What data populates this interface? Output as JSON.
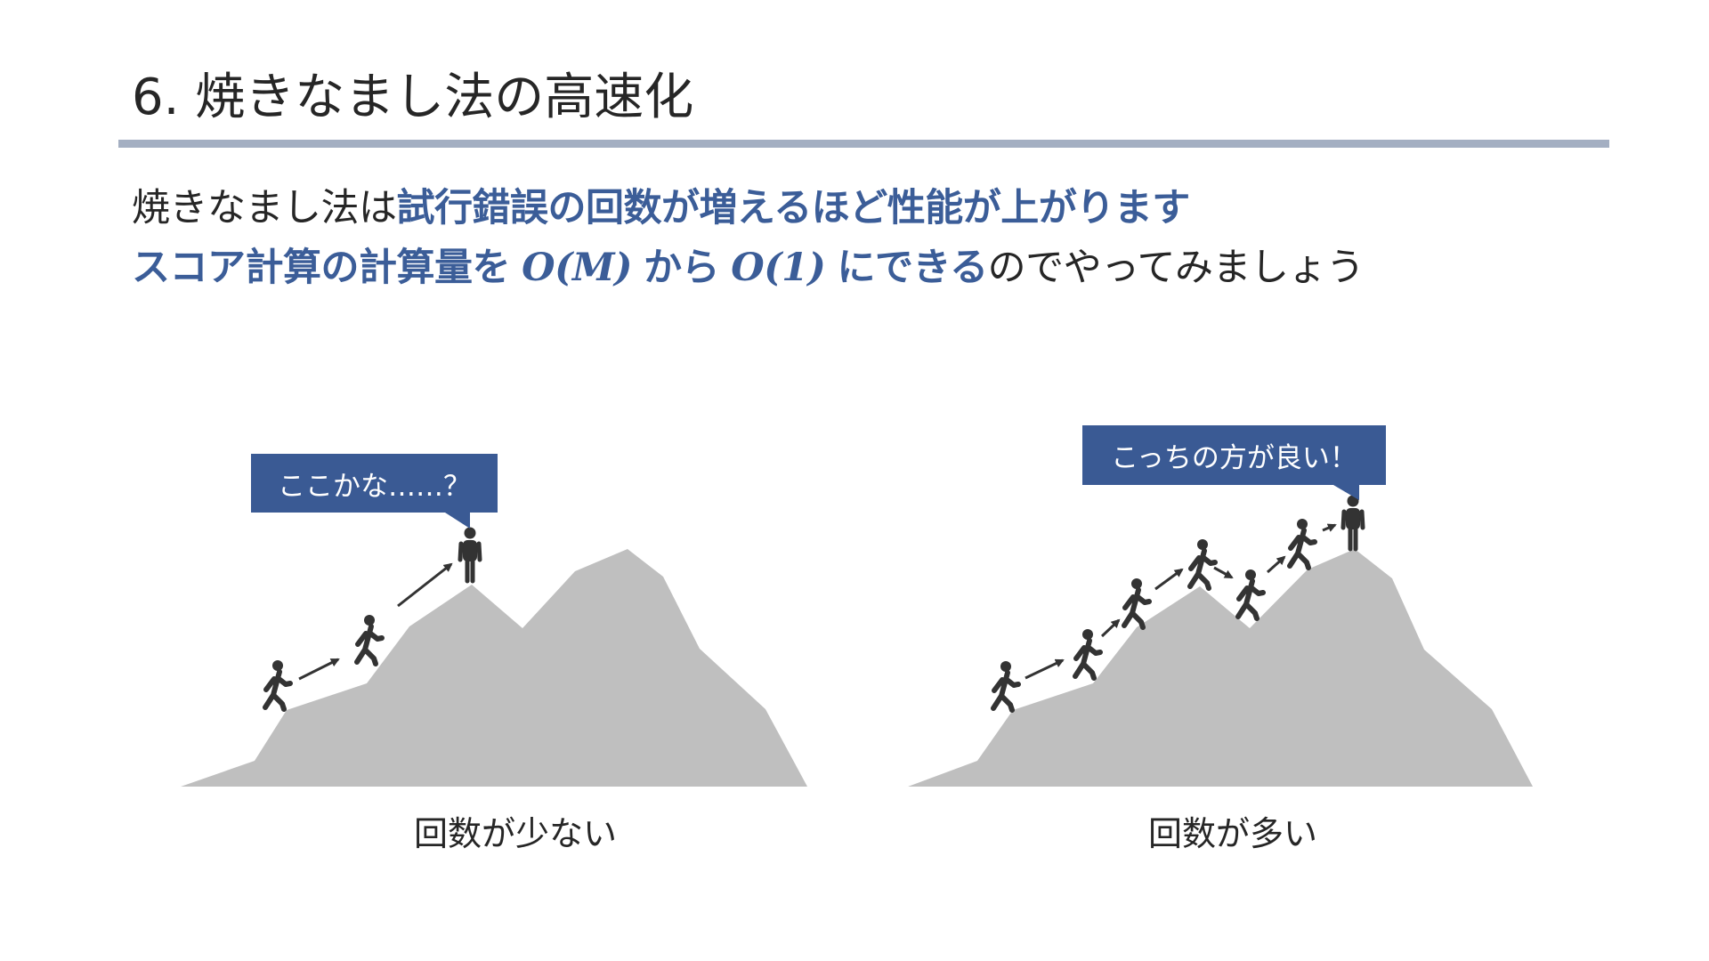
{
  "slide": {
    "title": "6. 焼きなまし法の高速化"
  },
  "body": {
    "line1_plain": "焼きなまし法は",
    "line1_highlight": "試行錯誤の回数が増えるほど性能が上がります",
    "line2_highlight_a": "スコア計算の計算量を",
    "line2_math_a": "O(M)",
    "line2_highlight_b": "から",
    "line2_math_b": "O(1)",
    "line2_highlight_c": "にできる",
    "line2_plain": "のでやってみましょう"
  },
  "illustrations": {
    "left": {
      "bubble": "ここかな……？",
      "caption": "回数が少ない"
    },
    "right": {
      "bubble": "こっちの方が良い！",
      "caption": "回数が多い"
    }
  },
  "colors": {
    "accent": "#3b5d98",
    "bubble": "#3a5a94",
    "rule": "#a4afc2",
    "mountain": "#bfbfbf",
    "figure": "#333333"
  }
}
